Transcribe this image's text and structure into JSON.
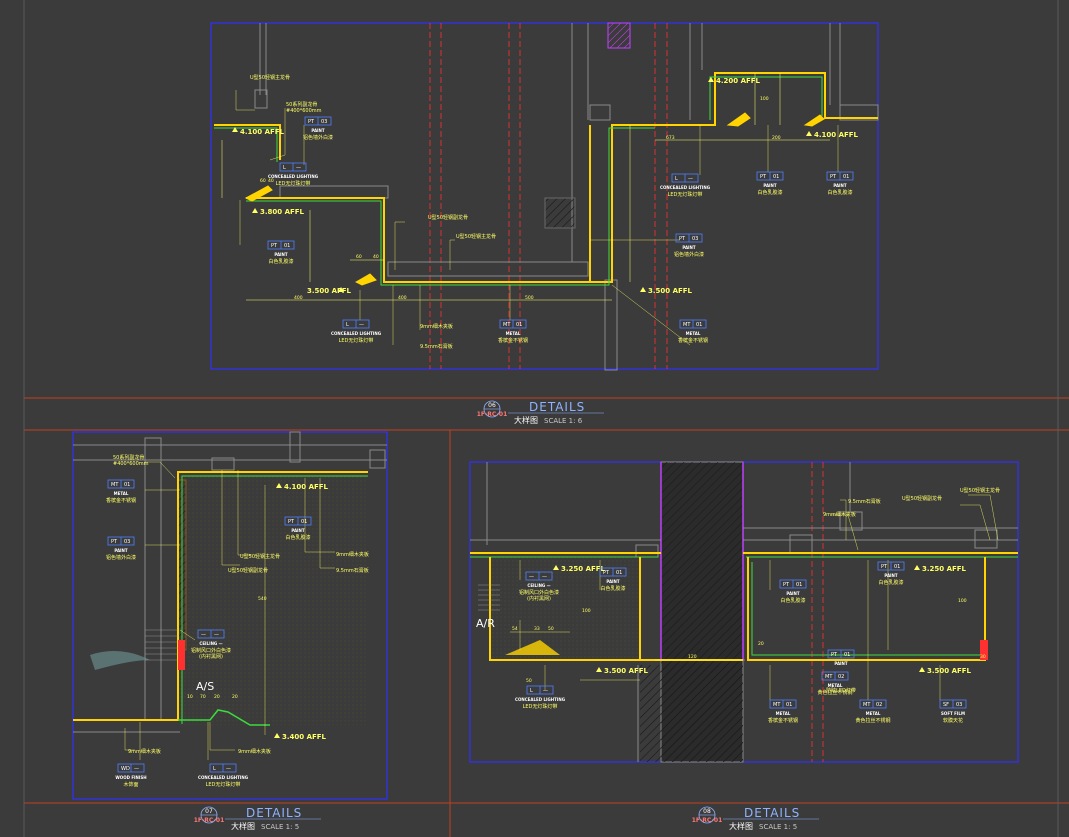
{
  "details": [
    {
      "number": "06",
      "sheet_ref": "1F-RC-01",
      "title": "DETAILS",
      "subtitle": "大样图",
      "scale": "SCALE 1: 6"
    },
    {
      "number": "07",
      "sheet_ref": "1F-RC-01",
      "title": "DETAILS",
      "subtitle": "大样图",
      "scale": "SCALE 1: 5"
    },
    {
      "number": "08",
      "sheet_ref": "1F-RC-01",
      "title": "DETAILS",
      "subtitle": "大样图",
      "scale": "SCALE 1: 5"
    }
  ],
  "detail06": {
    "notes": [
      "U型50轻钢主龙骨",
      "50系列副龙骨\n#400*600mm",
      "U型50轻钢副龙骨",
      "U型50轻钢主龙骨",
      "9mm细木夹板",
      "9.5mm石膏板"
    ],
    "levels": [
      "4.100 AFFL",
      "3.800 AFFL",
      "3.500 AFFL",
      "3.500 AFFL",
      "4.200 AFFL",
      "4.100 AFFL"
    ],
    "dims": [
      "400",
      "400",
      "500",
      "673",
      "200",
      "60",
      "40",
      "100",
      "60",
      "40"
    ],
    "tags": [
      {
        "code": "PT | 03",
        "name": "PAINT",
        "desc": "铝色墙外白漆"
      },
      {
        "code": "L | —",
        "name": "CONCEALED LIGHTING",
        "desc": "LED无灯珠灯带"
      },
      {
        "code": "PT | 01",
        "name": "PAINT",
        "desc": "白色乳胶漆"
      },
      {
        "code": "L | —",
        "name": "CONCEALED LIGHTING",
        "desc": "LED无灯珠灯带"
      },
      {
        "code": "MT | 01",
        "name": "METAL",
        "desc": "香槟金不锈钢"
      },
      {
        "code": "PT | 03",
        "name": "PAINT",
        "desc": "铝色墙外白漆"
      },
      {
        "code": "MT | 01",
        "name": "METAL",
        "desc": "香槟金不锈钢"
      },
      {
        "code": "L | —",
        "name": "CONCEALED LIGHTING",
        "desc": "LED无灯珠灯带"
      },
      {
        "code": "PT | 01",
        "name": "PAINT",
        "desc": "白色乳胶漆"
      },
      {
        "code": "PT | 01",
        "name": "PAINT",
        "desc": "白色乳胶漆"
      }
    ]
  },
  "detail07": {
    "notes": [
      "50系列副龙骨\n#400*600mm",
      "U型50轻钢主龙骨",
      "U型50轻钢副龙骨",
      "9mm细木夹板",
      "9.5mm石膏板",
      "9mm细木夹板",
      "9mm细木夹板"
    ],
    "levels": [
      "4.100 AFFL",
      "3.400 AFFL"
    ],
    "dims": [
      "540",
      "10",
      "70",
      "20",
      "20"
    ],
    "section_mark": "A/S",
    "tags": [
      {
        "code": "MT | 01",
        "name": "METAL",
        "desc": "香槟金不锈钢"
      },
      {
        "code": "PT | 03",
        "name": "PAINT",
        "desc": "铝色墙外白漆"
      },
      {
        "code": "PT | 01",
        "name": "PAINT",
        "desc": "白色乳胶漆"
      },
      {
        "code": "— | —",
        "name": "CEILING —",
        "desc": "铝制风口外白色漆\n(内衬黑网)"
      },
      {
        "code": "WD | —",
        "name": "WOOD FINISH",
        "desc": "木饰面"
      },
      {
        "code": "L | —",
        "name": "CONCEALED LIGHTING",
        "desc": "LED无灯珠灯带"
      }
    ]
  },
  "detail08": {
    "notes": [
      "U型50轻钢主龙骨",
      "U型50轻钢副龙骨",
      "9.5mm石膏板",
      "9mm细木夹板"
    ],
    "levels": [
      "3.250 AFFL",
      "3.250 AFFL",
      "3.500 AFFL",
      "3.500 AFFL"
    ],
    "dims": [
      "54",
      "33",
      "50",
      "50",
      "120",
      "100",
      "20",
      "100",
      "30"
    ],
    "section_mark": "A/R",
    "tags": [
      {
        "code": "— | —",
        "name": "CEILING —",
        "desc": "铝制风口外白色漆\n(内衬黑网)"
      },
      {
        "code": "PT | 01",
        "name": "PAINT",
        "desc": "白色乳胶漆"
      },
      {
        "code": "PT | 01",
        "name": "PAINT",
        "desc": "白色乳胶漆"
      },
      {
        "code": "PT | 01",
        "name": "PAINT",
        "desc": "白色乳胶漆"
      },
      {
        "code": "PT | 01",
        "name": "PAINT",
        "desc": ""
      },
      {
        "code": "L | —",
        "name": "CONCEALED LIGHTING",
        "desc": "LED无灯珠灯带"
      },
      {
        "code": "MT | 01",
        "name": "METAL",
        "desc": "香槟金不锈钢"
      },
      {
        "code": "MT | 02",
        "name": "METAL",
        "desc": "黄色拉丝不锈钢"
      },
      {
        "code": "SF | 03",
        "name": "SOFT FILM",
        "desc": "软膜天花"
      },
      {
        "code": "MT | 02",
        "name": "METAL",
        "desc": "黄色拉丝不锈钢"
      },
      {
        "code": "",
        "name": "",
        "desc": "防眩LED灯带"
      }
    ]
  },
  "colors": {
    "background": "#3b3b3b",
    "frame_blue": "#3030ff",
    "gridline_red": "#ff3030",
    "finish_yellow": "#ffd400",
    "green": "#3cdc3c",
    "magenta": "#c040ff"
  }
}
